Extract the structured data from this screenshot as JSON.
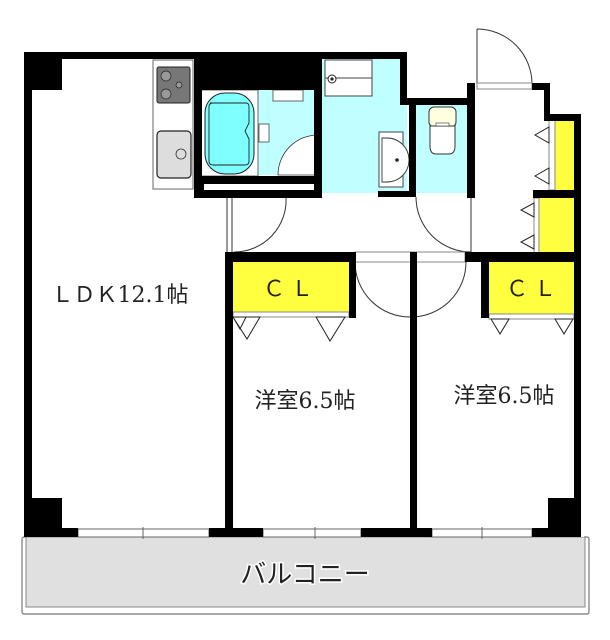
{
  "floor_plan": {
    "rooms": [
      {
        "id": "ldk",
        "label": "ＬＤＫ12.1帖",
        "type": "living-dining-kitchen",
        "size_jo": 12.1
      },
      {
        "id": "western-1",
        "label": "洋室6.5帖",
        "type": "western-room",
        "size_jo": 6.5
      },
      {
        "id": "western-2",
        "label": "洋室6.5帖",
        "type": "western-room",
        "size_jo": 6.5
      },
      {
        "id": "closet-1",
        "label": "ＣＬ",
        "type": "closet"
      },
      {
        "id": "closet-2",
        "label": "ＣＬ",
        "type": "closet"
      },
      {
        "id": "balcony",
        "label": "バルコニー",
        "type": "balcony"
      }
    ],
    "fixtures": [
      "kitchen-stove",
      "kitchen-sink",
      "bathtub",
      "washing-machine-pan",
      "wash-basin",
      "toilet",
      "entrance-shoe-closets"
    ],
    "colors": {
      "wall": "#000000",
      "closet": "#ffff40",
      "wet_area": "#c0ffff",
      "bathtub": "#80ffff",
      "sink": "#dddddd",
      "balcony": "#e0e0e0",
      "toilet_tank": "#ffffe0"
    }
  }
}
